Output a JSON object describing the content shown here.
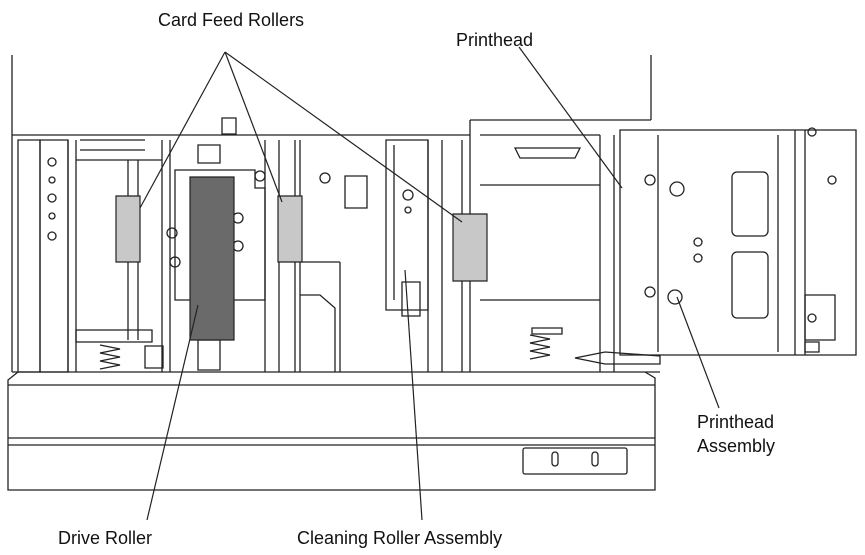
{
  "labels": {
    "card_feed_rollers": "Card Feed Rollers",
    "printhead": "Printhead",
    "printhead_assembly_line1": "Printhead",
    "printhead_assembly_line2": "Assembly",
    "drive_roller": "Drive Roller",
    "cleaning_roller_assembly": "Cleaning Roller Assembly"
  },
  "colors": {
    "line": "#222222",
    "roller_light": "#c8c8c8",
    "roller_dark": "#6a6a6a"
  }
}
